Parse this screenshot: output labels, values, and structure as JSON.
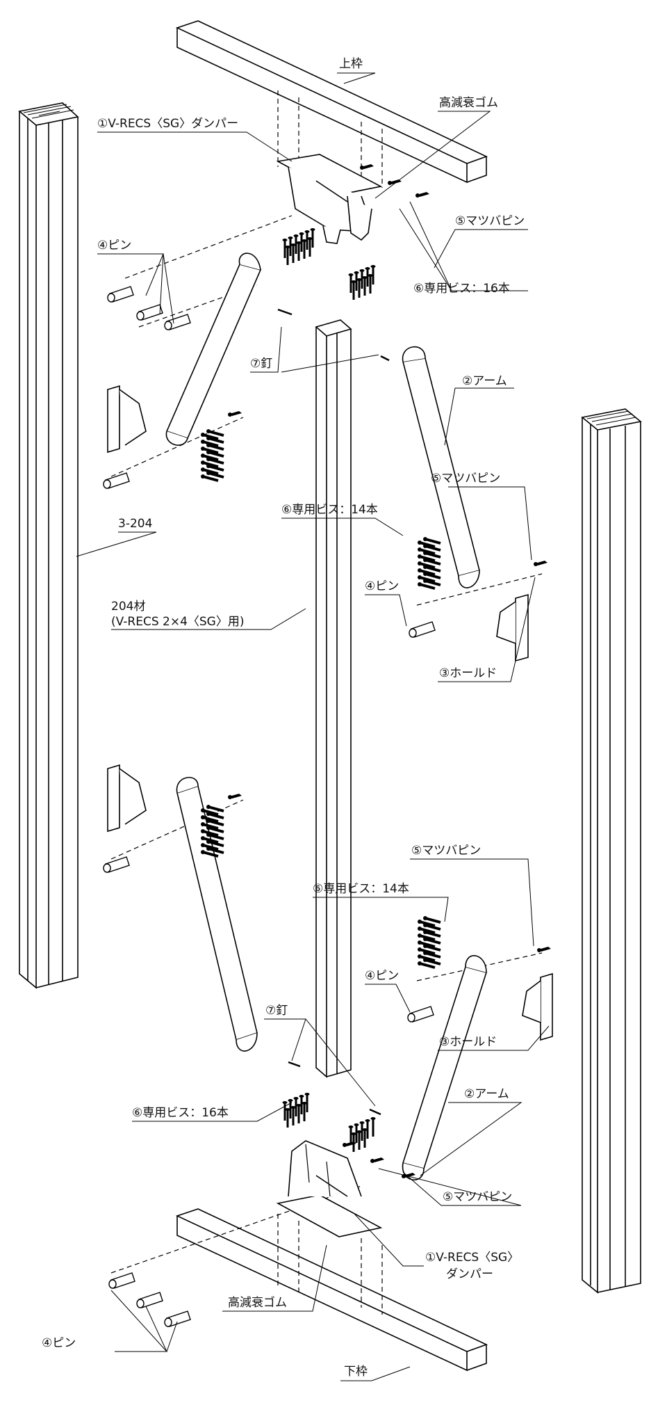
{
  "labels": {
    "top_frame": "上枠",
    "bottom_frame": "下枠",
    "damper_top": "①V-RECS〈SG〉ダンパー",
    "damper_bottom_line1": "①V-RECS〈SG〉",
    "damper_bottom_line2": "ダンパー",
    "rubber_top": "高減衰ゴム",
    "rubber_bottom": "高減衰ゴム",
    "arm_upper": "②アーム",
    "arm_lower": "②アーム",
    "hold_upper": "③ホールド",
    "hold_lower": "③ホールド",
    "pin_top": "④ピン",
    "pin_mid": "④ピン",
    "pin_low": "④ピン",
    "pin_bottom": "④ピン",
    "matsuba_top": "⑤マツバピン",
    "matsuba_mid": "⑤マツバピン",
    "matsuba_low": "⑤マツバピン",
    "matsuba_bottom": "⑤マツバピン",
    "screw16_top": "⑥専用ビス：16本",
    "screw14_upper": "⑥専用ビス：14本",
    "screw14_lower": "⑥専用ビス：14本",
    "screw16_bottom": "⑥専用ビス：16本",
    "nail_upper": "⑦釘",
    "nail_lower": "⑦釘",
    "stud": "3-204",
    "center_line1": "204材",
    "center_line2": "(V-RECS 2×4〈SG〉用)"
  }
}
